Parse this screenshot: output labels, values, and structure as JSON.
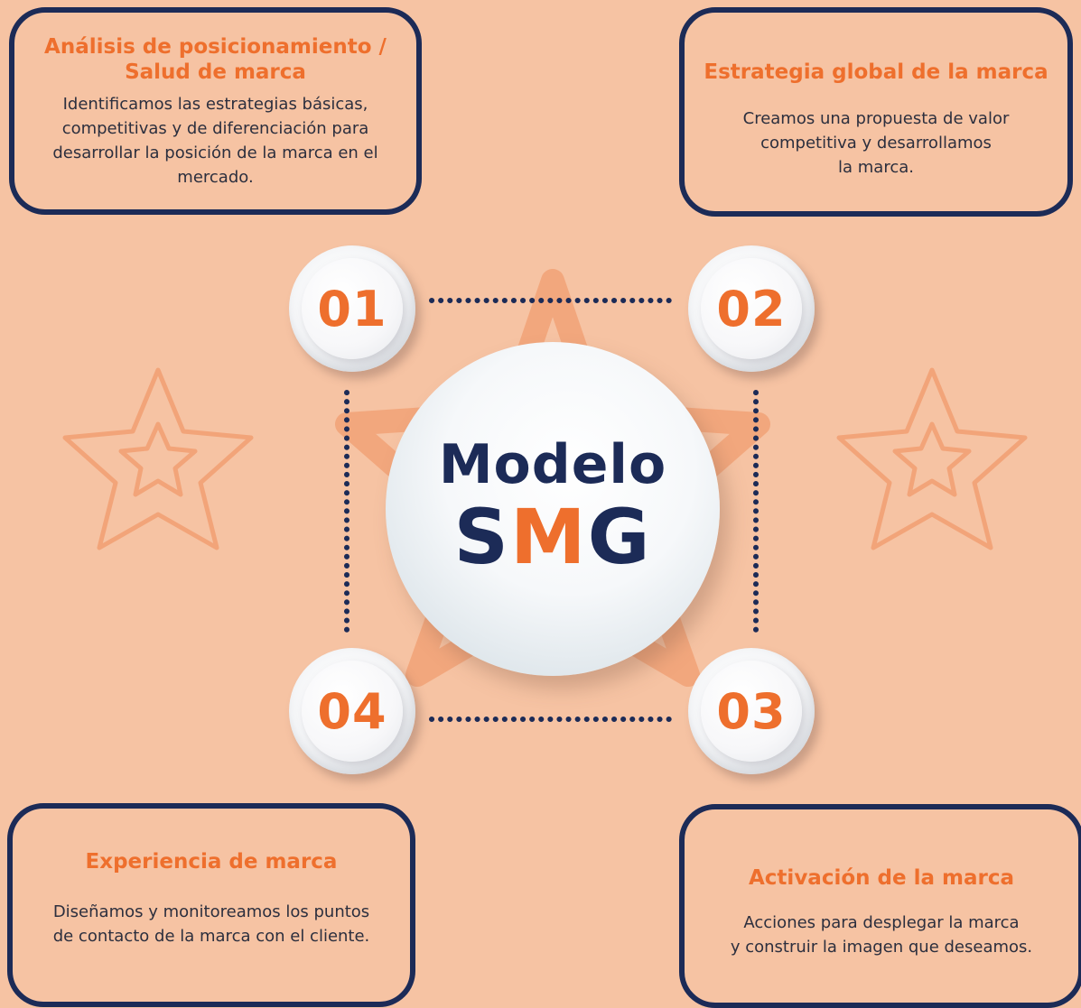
{
  "colors": {
    "background": "#f6c3a3",
    "accent": "#ee6f2d",
    "navy": "#1c2b57",
    "star_outline": "#f2a479"
  },
  "center": {
    "title": "Modelo",
    "logo_s": "S",
    "logo_m": "M",
    "logo_g": "G"
  },
  "steps": [
    {
      "number": "01"
    },
    {
      "number": "02"
    },
    {
      "number": "03"
    },
    {
      "number": "04"
    }
  ],
  "cards": {
    "card_1": {
      "title_line1": "Análisis de posicionamiento /",
      "title_line2": "Salud de marca",
      "body": "Identificamos las estrategias básicas, competitivas y de diferenciación para desarrollar la posición de la marca en el mercado."
    },
    "card_2": {
      "title": "Estrategia global de la marca",
      "body_line1": "Creamos una propuesta de valor",
      "body_line2": "competitiva y desarrollamos",
      "body_line3": "la marca."
    },
    "card_3": {
      "title": "Activación de la marca",
      "body_line1": "Acciones para desplegar la marca",
      "body_line2": "y construir la imagen que deseamos."
    },
    "card_4": {
      "title": "Experiencia de marca",
      "body_line1": "Diseñamos y monitoreamos los puntos",
      "body_line2": "de contacto de la marca con el cliente."
    }
  },
  "decorations": {
    "left_star_icon": "star-outline-icon",
    "right_star_icon": "star-outline-icon",
    "center_star_icon": "star-outline-icon"
  }
}
